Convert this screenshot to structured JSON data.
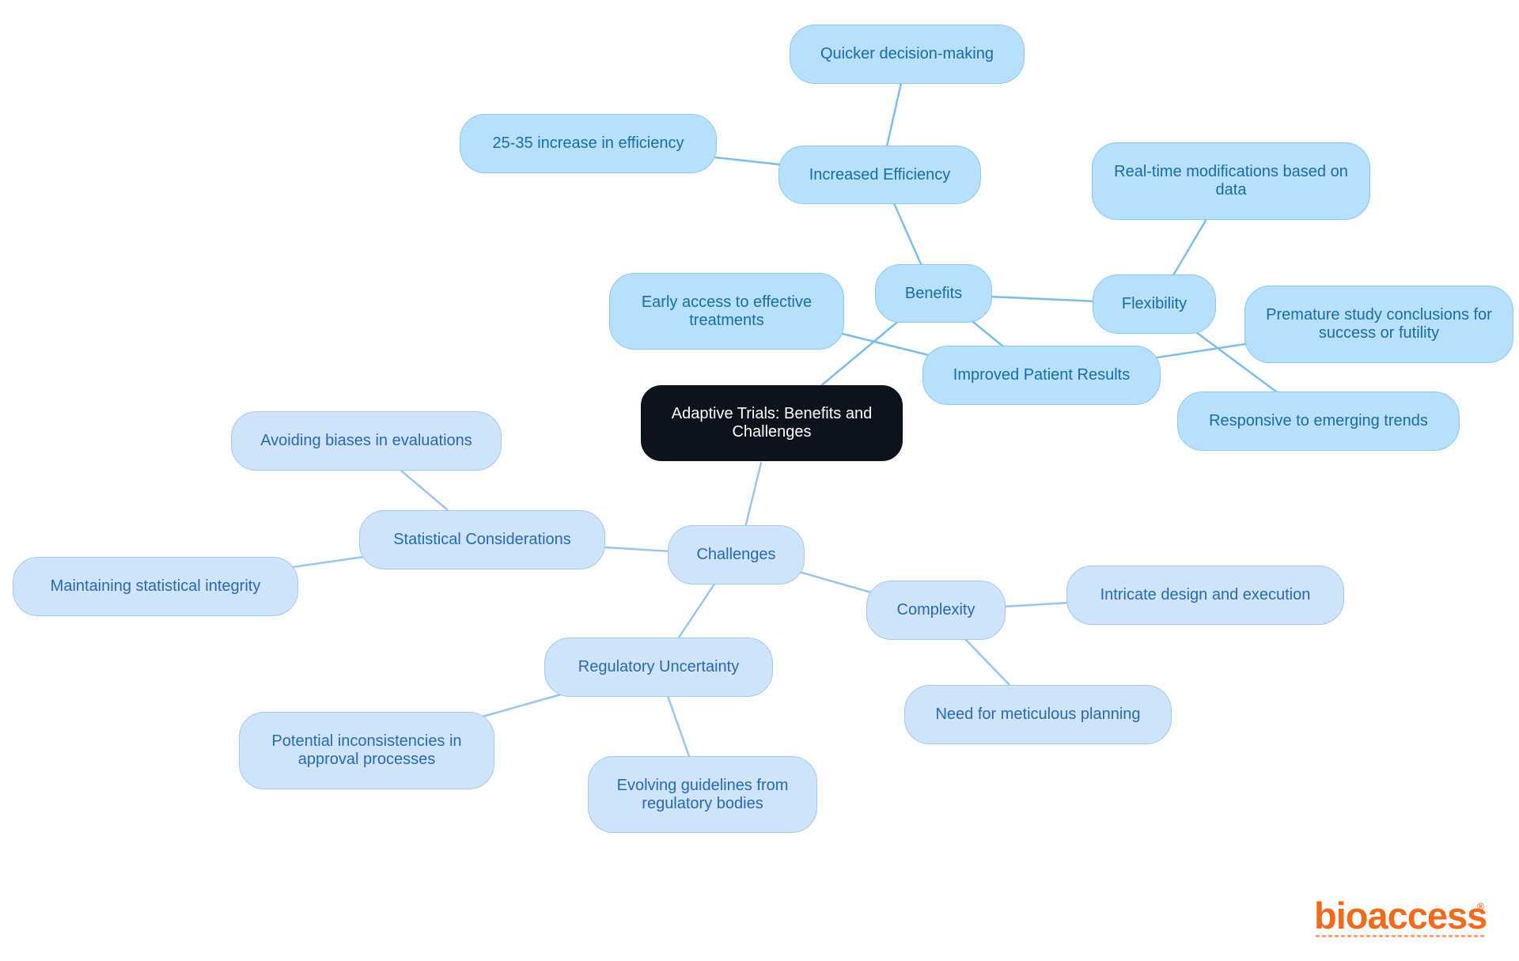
{
  "diagram": {
    "root": {
      "label": "Adaptive Trials: Benefits and Challenges"
    },
    "benefits": {
      "label": "Benefits",
      "increased_efficiency": {
        "label": "Increased Efficiency",
        "children": [
          "Quicker decision-making",
          "25-35 increase in efficiency"
        ]
      },
      "flexibility": {
        "label": "Flexibility",
        "children": [
          "Real-time modifications based on data",
          "Responsive to emerging trends"
        ]
      },
      "improved_patient_results": {
        "label": "Improved Patient Results",
        "children": [
          "Early access to effective treatments",
          "Premature study conclusions for success or futility"
        ]
      }
    },
    "challenges": {
      "label": "Challenges",
      "statistical_considerations": {
        "label": "Statistical Considerations",
        "children": [
          "Avoiding biases in evaluations",
          "Maintaining statistical integrity"
        ]
      },
      "complexity": {
        "label": "Complexity",
        "children": [
          "Intricate design and execution",
          "Need for meticulous planning"
        ]
      },
      "regulatory_uncertainty": {
        "label": "Regulatory Uncertainty",
        "children": [
          "Potential inconsistencies in approval processes",
          "Evolving guidelines from regulatory bodies"
        ]
      }
    },
    "colors": {
      "root_fill": "#0d131c",
      "benefit_fill": "#b6e0fd",
      "benefit_text": "#1a6aa8",
      "challenge_fill": "#cfe3fb",
      "challenge_text": "#2668b4",
      "edge": "#7cbde9"
    }
  },
  "logo": {
    "text": "bioaccess",
    "registered_mark": "®",
    "brand_color": "#f26a1b"
  }
}
